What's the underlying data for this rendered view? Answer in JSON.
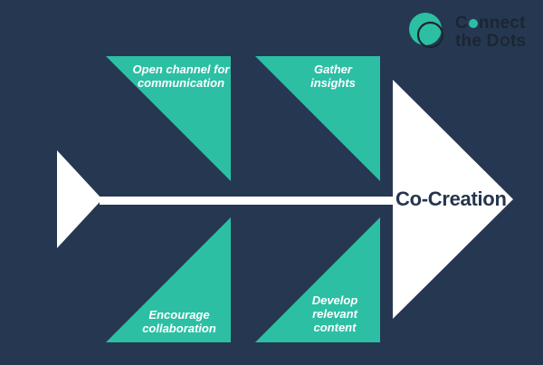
{
  "colors": {
    "background": "#263751",
    "teal": "#2CBFA4",
    "white": "#FFFFFF",
    "logo_text": "#1B2631",
    "center_label_text": "#24364D"
  },
  "logo": {
    "name": "Connect the Dots",
    "line1": {
      "pre": "C",
      "post": "nnect"
    },
    "line2": {
      "pre": "the D",
      "post": "ts"
    }
  },
  "diagram": {
    "center_label": "Co-Creation",
    "branches": [
      {
        "id": "top-left",
        "label": "Open channel for communication"
      },
      {
        "id": "top-right",
        "label": "Gather insights"
      },
      {
        "id": "bottom-left",
        "label": "Encourage collaboration"
      },
      {
        "id": "bottom-right",
        "label": "Develop relevant content"
      }
    ]
  }
}
